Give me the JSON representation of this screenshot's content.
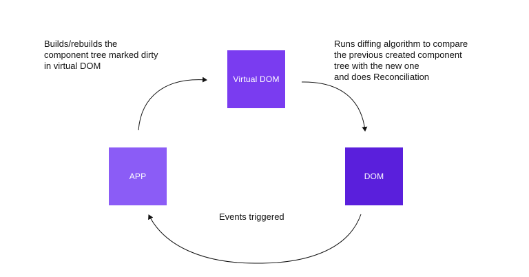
{
  "nodes": {
    "virtual_dom": {
      "label": "Virtual DOM",
      "color": "#7a3cf0"
    },
    "app": {
      "label": "APP",
      "color": "#8b5cf6"
    },
    "dom": {
      "label": "DOM",
      "color": "#5a1fdc"
    }
  },
  "annotations": {
    "build": "Builds/rebuilds the\ncomponent tree marked dirty\nin virtual DOM",
    "diff": "Runs diffing algorithm to compare\nthe previous created component\ntree with the new one\nand does Reconciliation",
    "events": "Events triggered"
  },
  "colors": {
    "arrow": "#111111",
    "background": "#ffffff"
  }
}
